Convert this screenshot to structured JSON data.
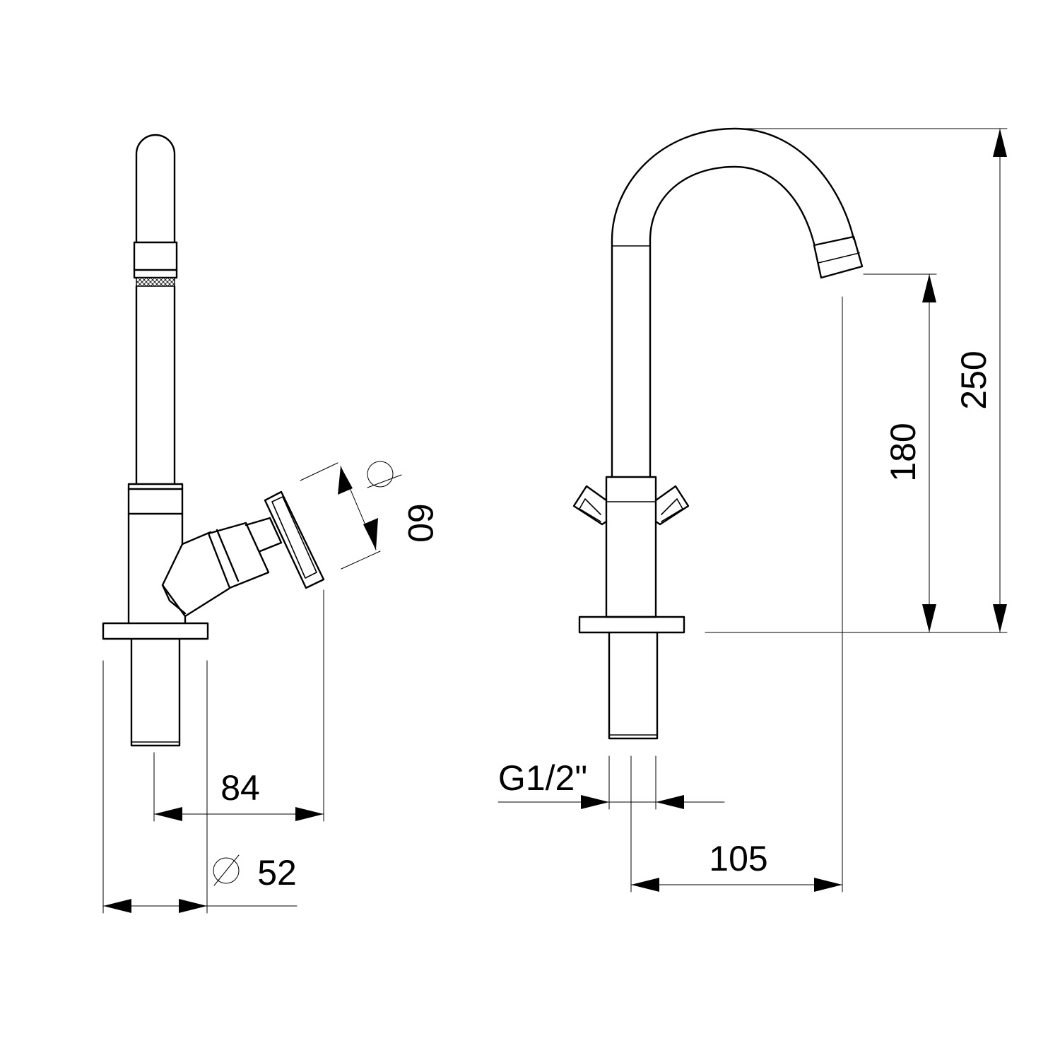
{
  "colors": {
    "ink": "#000000",
    "paper": "#ffffff"
  },
  "dimensions": {
    "side_diameter_label": "52",
    "side_depth_label": "84",
    "handle_label": "60",
    "connection_label": "G1/2\"",
    "reach_label": "105",
    "spout_height_label": "180",
    "total_height_label": "250"
  }
}
